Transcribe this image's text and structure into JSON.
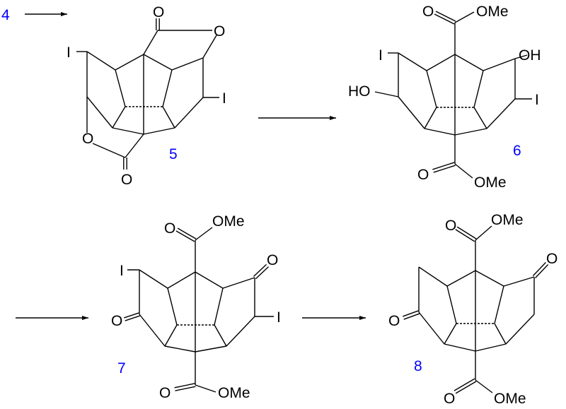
{
  "compounds": {
    "c4": "4",
    "c5": "5",
    "c6": "6",
    "c7": "7",
    "c8": "8"
  },
  "atoms": {
    "iodine": "I",
    "oxygen": "O",
    "hydroxyl_right": "OH",
    "hydroxyl_left": "HO",
    "methoxy": "OMe"
  },
  "colors": {
    "compound_label": "#0000ff",
    "bond": "#000000"
  }
}
